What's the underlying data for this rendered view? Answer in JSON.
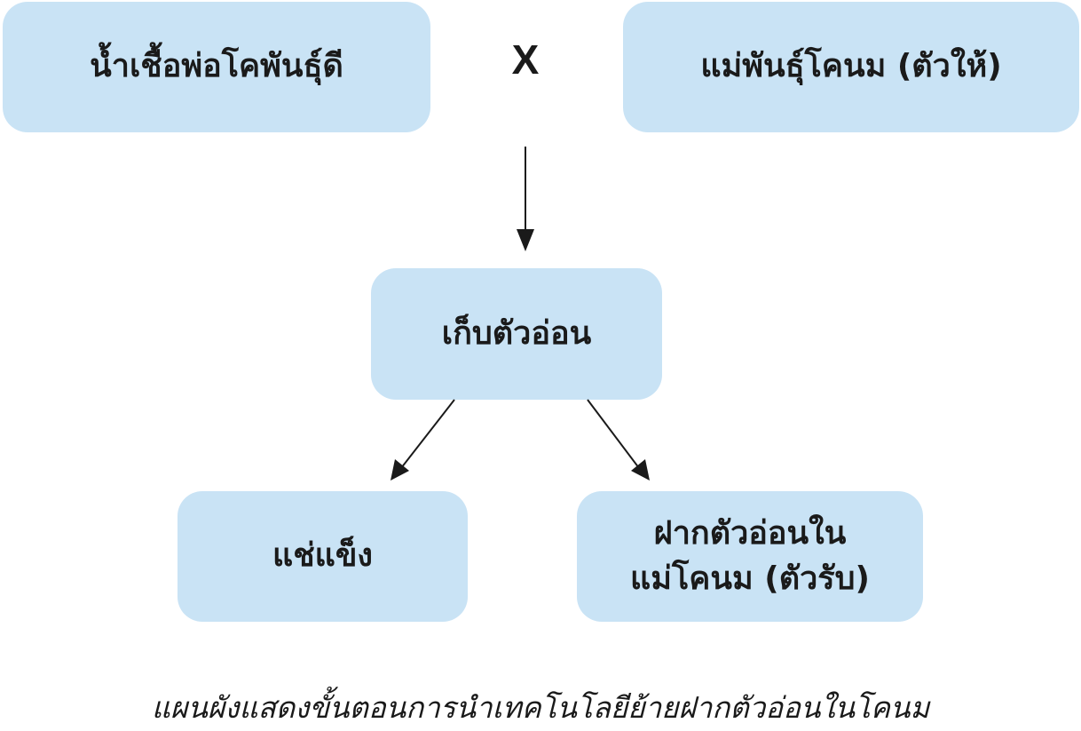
{
  "nodes": {
    "semen": "น้ำเชื้อพ่อโคพันธุ์ดี",
    "cross_symbol": "X",
    "mother": "แม่พันธุ์โคนม (ตัวให้)",
    "embryo": "เก็บตัวอ่อน",
    "freeze": "แช่แข็ง",
    "transfer_line1": "ฝากตัวอ่อนใน",
    "transfer_line2": "แม่โคนม (ตัวรับ)"
  },
  "caption": "แผนผังแสดงขั้นตอนการนำเทคโนโลยีย้ายฝากตัวอ่อนในโคนม",
  "colors": {
    "box_fill": "#c9e3f5",
    "text": "#1a1a1a",
    "arrow": "#1a1a1a"
  }
}
